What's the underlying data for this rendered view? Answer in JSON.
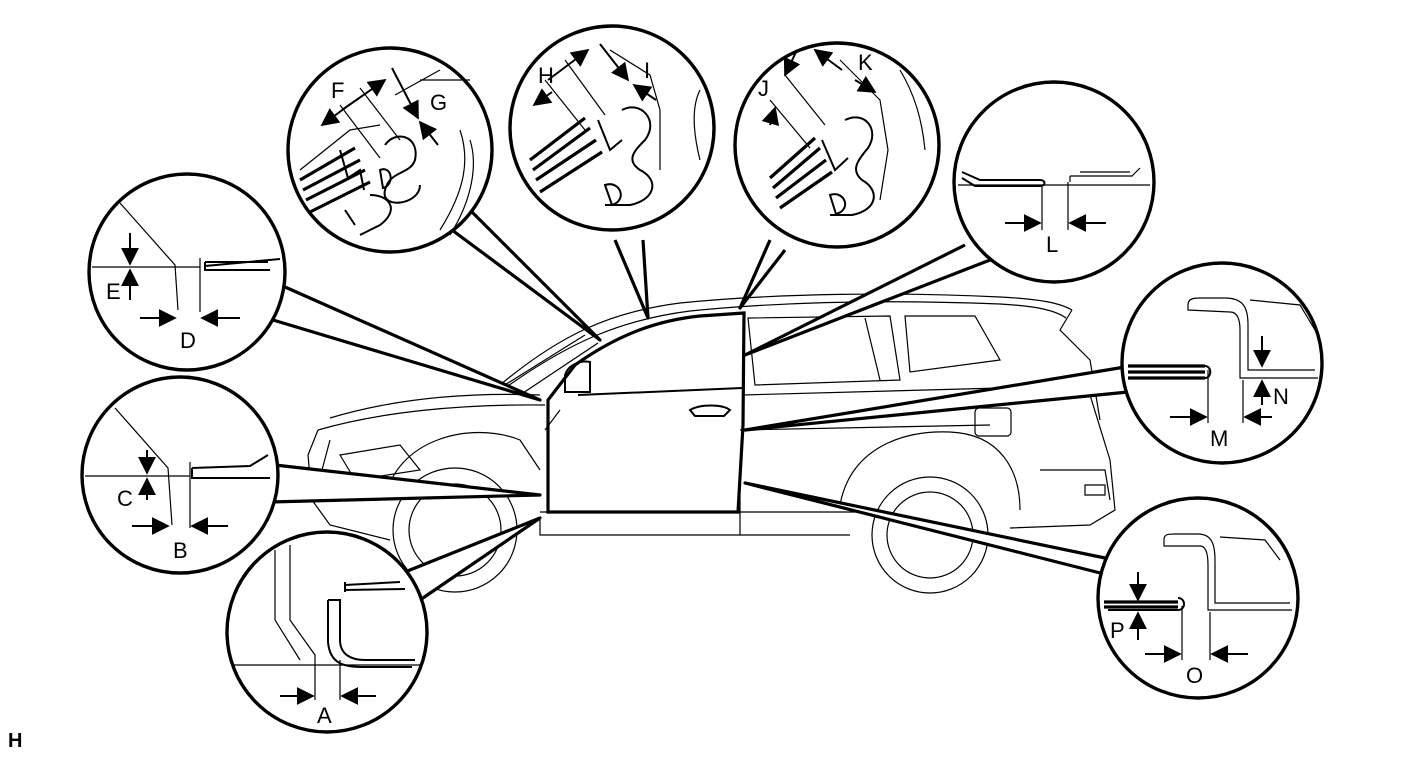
{
  "figure": {
    "corner_code": "H",
    "labels": {
      "A": "A",
      "B": "B",
      "C": "C",
      "D": "D",
      "E": "E",
      "F": "F",
      "G": "G",
      "H": "H",
      "I": "I",
      "J": "J",
      "K": "K",
      "L": "L",
      "M": "M",
      "N": "N",
      "O": "O",
      "P": "P"
    }
  }
}
